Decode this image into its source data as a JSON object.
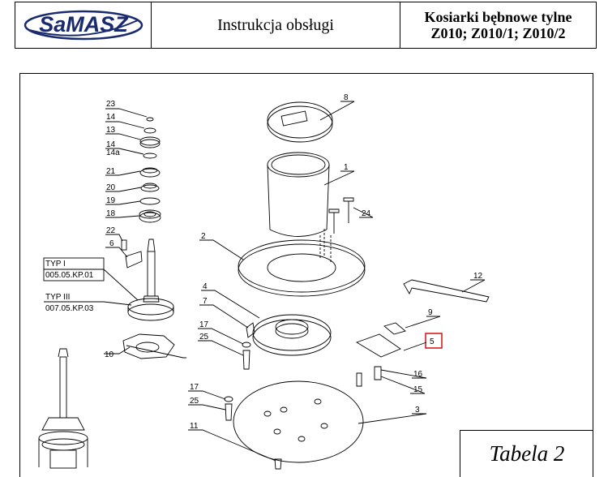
{
  "header": {
    "logo_text": "SaMASZ",
    "title": "Instrukcja obsługi",
    "model_line1": "Kosiarki bębnowe tylne",
    "model_line2": "Z010; Z010/1; Z010/2"
  },
  "drawing": {
    "typ1_label": "TYP I",
    "typ1_code": "005.05.KP.01",
    "typ3_label": "TYP III",
    "typ3_code": "007.05.KP.03",
    "parts": {
      "p23": "23",
      "p14a": "14",
      "p13": "13",
      "p14b": "14",
      "p14c": "14a",
      "p21": "21",
      "p20": "20",
      "p19": "19",
      "p18": "18",
      "p22": "22",
      "p6": "6",
      "p10": "10",
      "p8": "8",
      "p1": "1",
      "p24": "24",
      "p2": "2",
      "p12": "12",
      "p4": "4",
      "p7": "7",
      "p9": "9",
      "p5": "5",
      "p17a": "17",
      "p25a": "25",
      "p16": "16",
      "p15": "15",
      "p17b": "17",
      "p25b": "25",
      "p3": "3",
      "p11": "11"
    },
    "highlight_color": "#d42020"
  },
  "footer": {
    "tabela": "Tabela 2"
  }
}
